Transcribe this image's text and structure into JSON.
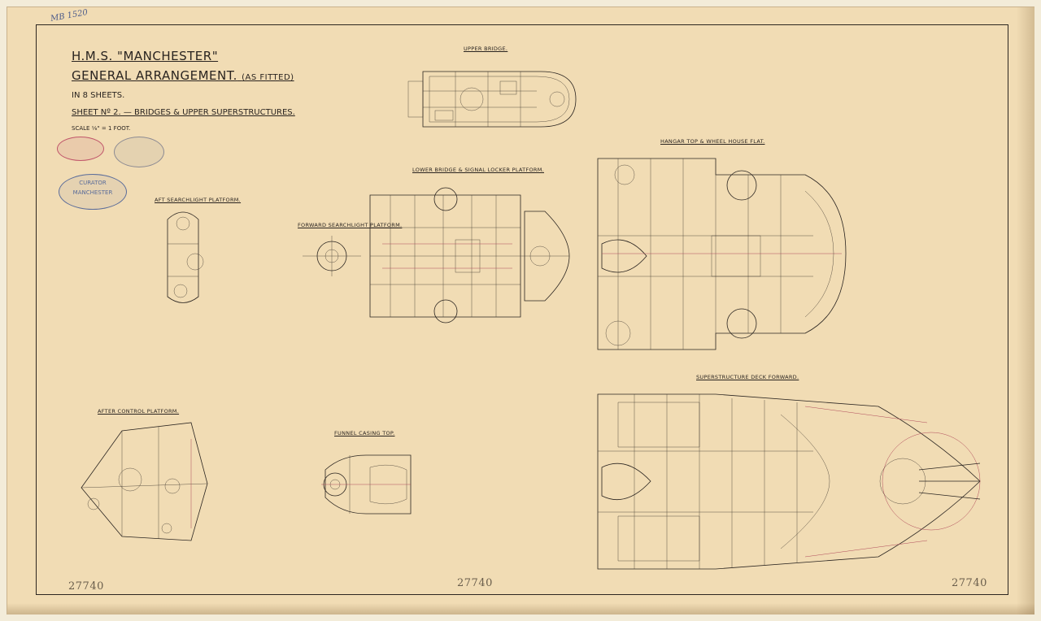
{
  "corner_id": "MB 1520",
  "title": {
    "ship": "H.M.S. \"MANCHESTER\"",
    "subject": "GENERAL ARRANGEMENT.",
    "subject_note": "(AS FITTED)",
    "sheets": "IN 8 SHEETS.",
    "sheet_no": "SHEET Nº 2. — BRIDGES & UPPER SUPERSTRUCTURES.",
    "scale": "SCALE ⅛\" = 1 FOOT."
  },
  "plan_labels": {
    "upper_bridge": "UPPER BRIDGE.",
    "hangar_top": "HANGAR TOP & WHEEL HOUSE FLAT.",
    "lower_bridge": "LOWER BRIDGE & SIGNAL LOCKER PLATFORM.",
    "aft_searchlight": "AFT SEARCHLIGHT PLATFORM.",
    "forward_searchlight": "FORWARD SEARCHLIGHT PLATFORM.",
    "superstructure_deck": "SUPERSTRUCTURE DECK FORWARD.",
    "after_control": "AFTER CONTROL PLATFORM.",
    "funnel_casing": "FUNNEL CASING TOP."
  },
  "stamps": {
    "curator_line1": "CURATOR",
    "curator_line2": "MANCHESTER"
  },
  "drawing_numbers": [
    "27740",
    "27740",
    "27740"
  ],
  "colors": {
    "paper": "#f1dcb4",
    "ink": "#2a2420",
    "red_ink": "#b04a5a",
    "stamp_blue": "#5a6c9a",
    "stamp_red": "#c0556a"
  }
}
